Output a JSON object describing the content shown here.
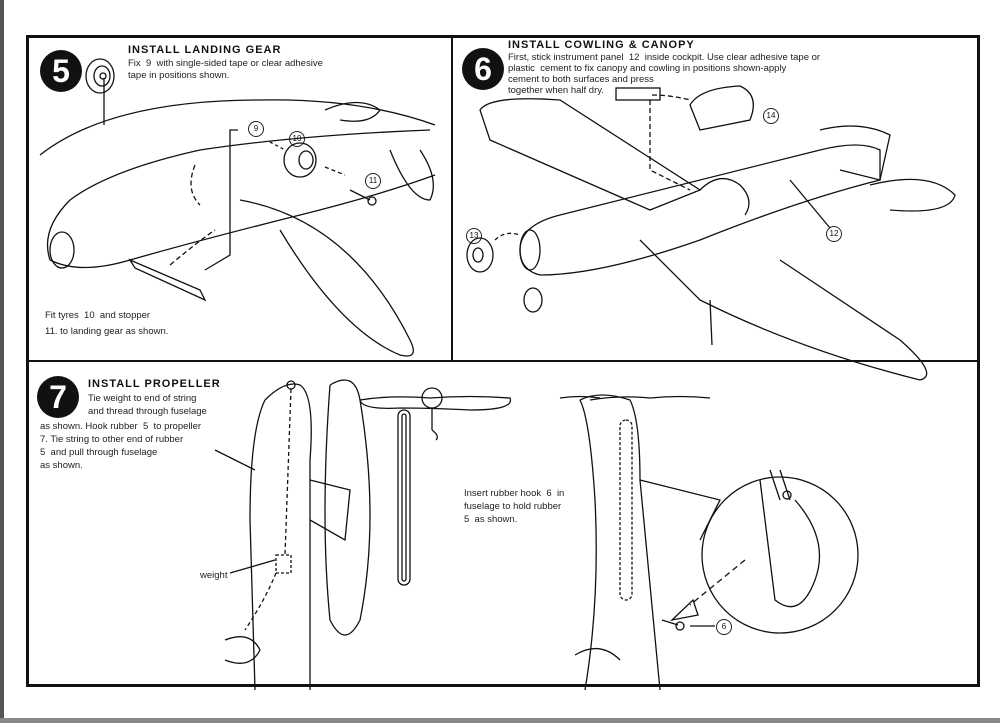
{
  "steps": [
    {
      "number": "5",
      "title": "INSTALL LANDING GEAR",
      "text": "Fix  9  with single-sided tape or clear adhesive\ntape in positions shown.",
      "note": "Fit tyres  10  and stopper\n11. to landing gear as shown.",
      "callouts": [
        "9",
        "10",
        "11"
      ]
    },
    {
      "number": "6",
      "title": "INSTALL COWLING & CANOPY",
      "text": "First, stick instrument panel  12  inside cockpit. Use clear adhesive tape or\nplastic  cement to fix canopy and cowling in positions shown-apply\ncement to both surfaces and press\ntogether when half dry.",
      "callouts": [
        "12",
        "13",
        "14"
      ]
    },
    {
      "number": "7",
      "title": "INSTALL PROPELLER",
      "text_top": "Tie weight to end of string\nand thread through fuselage",
      "text_bottom": "as shown. Hook rubber  5  to propeller\n7. Tie string to other end of rubber\n5  and pull through fuselage\nas shown.",
      "weight_label": "weight",
      "hook_note": "Insert rubber hook  6  in\nfuselage to hold rubber\n5  as shown.",
      "callouts": [
        "6"
      ]
    }
  ]
}
